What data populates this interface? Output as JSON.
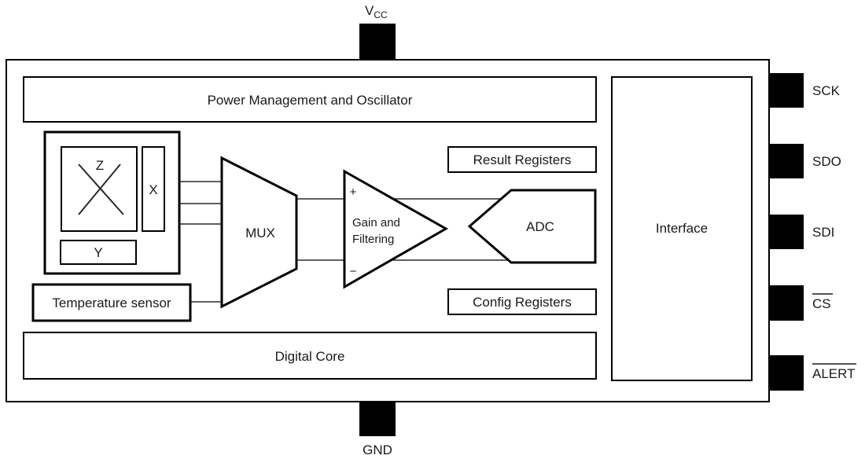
{
  "colors": {
    "background": "#ffffff",
    "stroke": "#000000",
    "text": "#1a1a1a",
    "pin_fill": "#000000"
  },
  "pins": {
    "vcc": {
      "main": "V",
      "sub": "CC"
    },
    "gnd": {
      "label": "GND"
    },
    "right": [
      {
        "label": "SCK",
        "overline": false
      },
      {
        "label": "SDO",
        "overline": false
      },
      {
        "label": "SDI",
        "overline": false
      },
      {
        "label": "CS",
        "overline": true
      },
      {
        "label": "ALERT",
        "overline": true
      }
    ]
  },
  "blocks": {
    "power": {
      "label": "Power Management and Oscillator"
    },
    "sensor_axes": {
      "z": "Z",
      "x": "X",
      "y": "Y"
    },
    "temperature": {
      "label": "Temperature sensor"
    },
    "mux": {
      "label": "MUX"
    },
    "gain": {
      "line1": "Gain and",
      "line2": "Filtering",
      "plus": "+",
      "minus": "−"
    },
    "adc": {
      "label": "ADC"
    },
    "result_registers": {
      "label": "Result Registers"
    },
    "config_registers": {
      "label": "Config Registers"
    },
    "digital_core": {
      "label": "Digital Core"
    },
    "interface": {
      "label": "Interface"
    }
  }
}
